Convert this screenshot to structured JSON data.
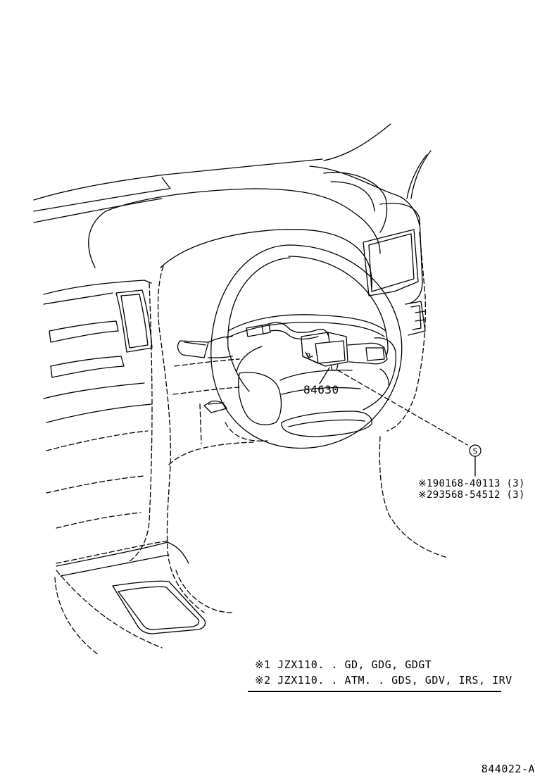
{
  "part_label": "84630",
  "fastener_symbol": "S",
  "part_numbers": [
    "※190168-40113 (3)",
    "※293568-54512 (3)"
  ],
  "notes": [
    "※1 JZX110. . GD, GDG, GDGT",
    "※2 JZX110. . ATM. . GDS, GDV, IRS, IRV"
  ],
  "figure_code": "844022-A"
}
